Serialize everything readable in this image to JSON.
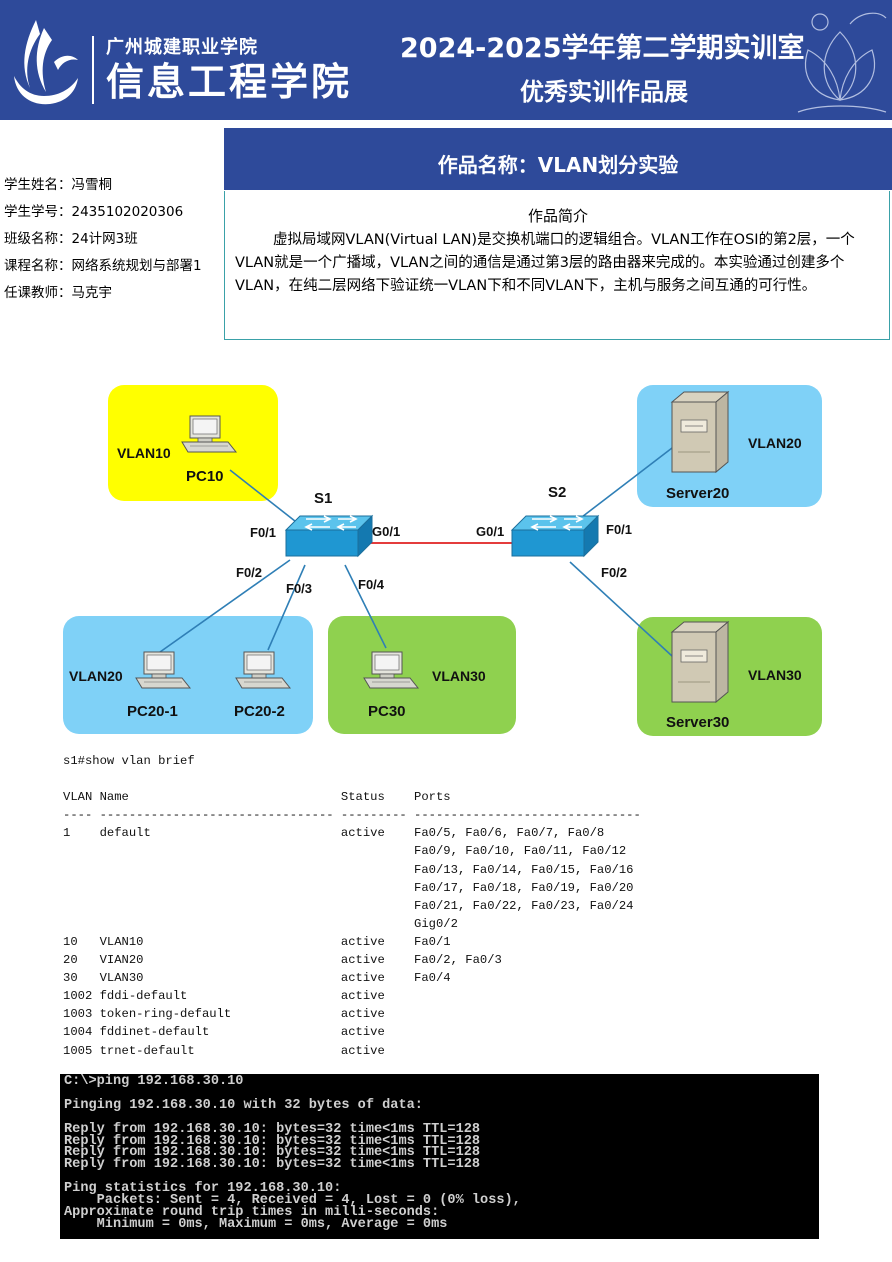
{
  "header": {
    "school": "广州城建职业学院",
    "college": "信息工程学院",
    "title_line1": "2024-2025学年第二学期实训室",
    "title_line2": "优秀实训作品展",
    "colors": {
      "banner": "#2e4a9a",
      "text": "#ffffff"
    }
  },
  "student": {
    "name": "学生姓名：冯雪桐",
    "id": "学生学号：2435102020306",
    "class": "班级名称：24计网3班",
    "course": "课程名称：网络系统规划与部署1",
    "teacher": "任课教师：马克宇"
  },
  "work": {
    "title": "作品名称：VLAN划分实验",
    "desc_title": "作品简介",
    "desc": "虚拟局域网VLAN(Virtual LAN)是交换机端口的逻辑组合。VLAN工作在OSI的第2层，一个VLAN就是一个广播域，VLAN之间的通信是通过第3层的路由器来完成的。本实验通过创建多个VLAN，在纯二层网络下验证统一VLAN下和不同VLAN下，主机与服务之间互通的可行性。"
  },
  "topology": {
    "colors": {
      "yellow": "#ffff00",
      "blue": "#7fd1f7",
      "green": "#8fd14f",
      "link": "#2f7fb6",
      "trunk": "#e02020"
    },
    "vlans": {
      "vlan10": "VLAN10",
      "vlan20_left": "VLAN20",
      "vlan30_mid": "VLAN30",
      "vlan20_right": "VLAN20",
      "vlan30_right": "VLAN30"
    },
    "hosts": {
      "pc10": "PC10",
      "pc20_1": "PC20-1",
      "pc20_2": "PC20-2",
      "pc30": "PC30",
      "server20": "Server20",
      "server30": "Server30"
    },
    "switches": {
      "s1": "S1",
      "s2": "S2"
    },
    "ports": {
      "s1_f01": "F0/1",
      "s1_g01": "G0/1",
      "s1_f02": "F0/2",
      "s1_f03": "F0/3",
      "s1_f04": "F0/4",
      "s2_g01": "G0/1",
      "s2_f01": "F0/1",
      "s2_f02": "F0/2"
    },
    "icons": {
      "pc": "pc-icon",
      "server": "server-icon",
      "switch": "switch-icon"
    }
  },
  "vlan_output": "s1#show vlan brief\n\nVLAN Name                             Status    Ports\n---- -------------------------------- --------- -------------------------------\n1    default                          active    Fa0/5, Fa0/6, Fa0/7, Fa0/8\n                                                Fa0/9, Fa0/10, Fa0/11, Fa0/12\n                                                Fa0/13, Fa0/14, Fa0/15, Fa0/16\n                                                Fa0/17, Fa0/18, Fa0/19, Fa0/20\n                                                Fa0/21, Fa0/22, Fa0/23, Fa0/24\n                                                Gig0/2\n10   VLAN10                           active    Fa0/1\n20   VIAN20                           active    Fa0/2, Fa0/3\n30   VLAN30                           active    Fa0/4\n1002 fddi-default                     active\n1003 token-ring-default               active\n1004 fddinet-default                  active\n1005 trnet-default                    active",
  "ping_output": "C:\\>ping 192.168.30.10\n\nPinging 192.168.30.10 with 32 bytes of data:\n\nReply from 192.168.30.10: bytes=32 time<1ms TTL=128\nReply from 192.168.30.10: bytes=32 time<1ms TTL=128\nReply from 192.168.30.10: bytes=32 time<1ms TTL=128\nReply from 192.168.30.10: bytes=32 time<1ms TTL=128\n\nPing statistics for 192.168.30.10:\n    Packets: Sent = 4, Received = 4, Lost = 0 (0% loss),\nApproximate round trip times in milli-seconds:\n    Minimum = 0ms, Maximum = 0ms, Average = 0ms"
}
